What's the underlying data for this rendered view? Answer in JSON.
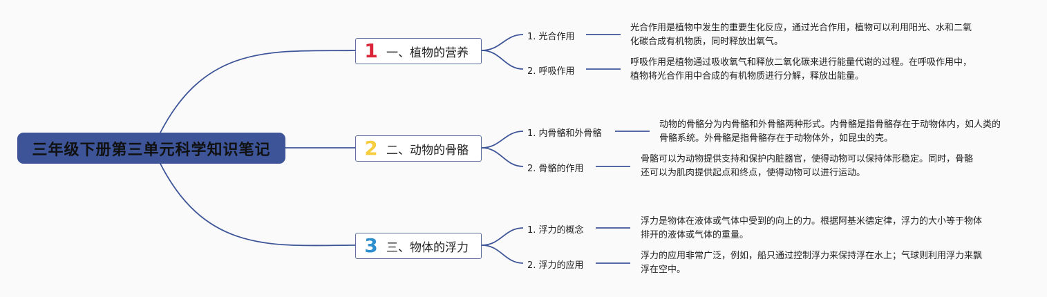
{
  "title": "三年级下册第三单元科学知识笔记",
  "colors": {
    "root_bg": "#3d5598",
    "line": "#3d5598",
    "num1": "#d9243a",
    "num2": "#f5cd3e",
    "num3": "#2f8fce"
  },
  "sections": [
    {
      "number": "1",
      "label": "一、植物的营养",
      "items": [
        {
          "label": "1. 光合作用",
          "text": "光合作用是植物中发生的重要生化反应，通过光合作用，植物可以利用阳光、水和二氧化碳合成有机物质，同时释放出氧气。"
        },
        {
          "label": "2. 呼吸作用",
          "text": "呼吸作用是植物通过吸收氧气和释放二氧化碳来进行能量代谢的过程。在呼吸作用中，植物将光合作用中合成的有机物质进行分解，释放出能量。"
        }
      ]
    },
    {
      "number": "2",
      "label": "二、动物的骨骼",
      "items": [
        {
          "label": "1. 内骨骼和外骨骼",
          "text": "动物的骨骼分为内骨骼和外骨骼两种形式。内骨骼是指骨骼存在于动物体内，如人类的骨骼系统。外骨骼是指骨骼存在于动物体外，如昆虫的壳。"
        },
        {
          "label": "2. 骨骼的作用",
          "text": "骨骼可以为动物提供支持和保护内脏器官，使得动物可以保持体形稳定。同时，骨骼还可以为肌肉提供起点和终点，使得动物可以进行运动。"
        }
      ]
    },
    {
      "number": "3",
      "label": "三、物体的浮力",
      "items": [
        {
          "label": "1. 浮力的概念",
          "text": "浮力是物体在液体或气体中受到的向上的力。根据阿基米德定律，浮力的大小等于物体排开的液体或气体的重量。"
        },
        {
          "label": "2. 浮力的应用",
          "text": "浮力的应用非常广泛，例如，船只通过控制浮力来保持浮在水上；气球则利用浮力来飘浮在空中。"
        }
      ]
    }
  ]
}
